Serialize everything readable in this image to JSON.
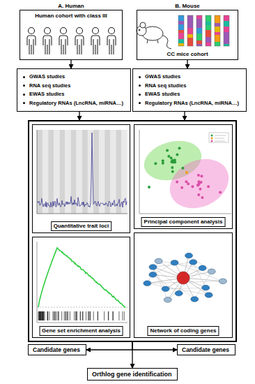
{
  "diagram": {
    "nodes": [
      {
        "text": [
          "A. Human",
          "Human cohort with class III"
        ]
      },
      {
        "text": [
          "B. Mouse",
          "CC mice cohort"
        ]
      },
      {
        "text": [
          "GWAS studies",
          "RNA seq studies",
          "EWAS studies",
          "Regulatory RNAs (LncRNA, miRNA…)"
        ]
      },
      {
        "text": [
          "GWAS studies",
          "RNA seq studies",
          "EWAS studies",
          "Regulatory RNAs (LncRNA, miRNA…)"
        ]
      },
      {
        "text": []
      },
      {
        "text": [
          "Quantitative trait loci"
        ],
        "in": 4
      },
      {
        "text": [
          "Principal component analysis"
        ],
        "in": 4
      },
      {
        "text": [
          "Gene set enrichment analysis"
        ],
        "in": 4
      },
      {
        "text": [
          "Network of coding genes"
        ],
        "in": 4
      },
      {
        "text": [
          "Candidate genes"
        ]
      },
      {
        "text": [
          "Candidate genes"
        ]
      },
      {
        "text": [
          "Orthlog gene identification"
        ]
      }
    ],
    "edges": [
      {
        "from": 0,
        "to": 2,
        "arrow": "to"
      },
      {
        "from": 1,
        "to": 3,
        "arrow": "to"
      },
      {
        "from": 2,
        "to": 4,
        "arrow": "to"
      },
      {
        "from": 3,
        "to": 4,
        "arrow": "to"
      },
      {
        "from": 4,
        "to": 9,
        "arrow": "to"
      },
      {
        "from": 4,
        "to": 10,
        "arrow": "to"
      },
      {
        "from": 4,
        "to": 11,
        "arrow": "to"
      }
    ]
  }
}
